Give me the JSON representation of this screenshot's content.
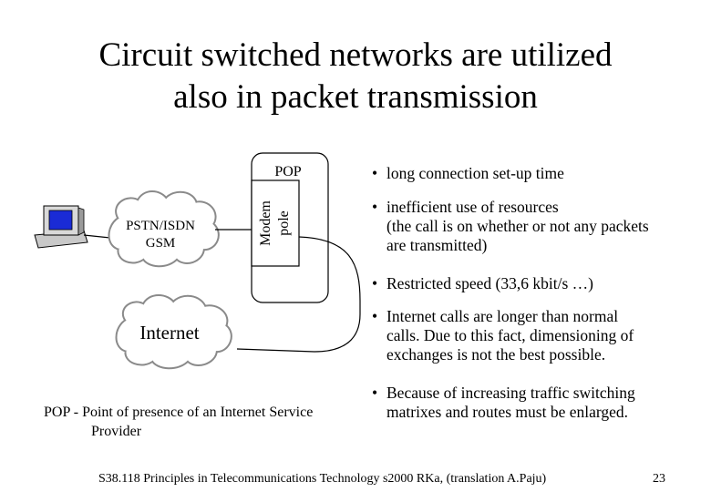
{
  "slide": {
    "title_line1": "Circuit switched networks are utilized",
    "title_line2": "also in packet transmission",
    "bullet_char": "•",
    "bullets": [
      {
        "lines": [
          "long connection set-up time"
        ]
      },
      {
        "lines": [
          "inefficient use of resources",
          "(the call is on whether or not any packets",
          "are transmitted)"
        ]
      },
      {
        "lines": [
          "Restricted speed (33,6 kbit/s …)"
        ]
      },
      {
        "lines": [
          "Internet calls are longer than normal",
          "calls. Due to this fact, dimensioning of",
          "exchanges is not the best possible."
        ]
      },
      {
        "lines": [
          "Because of increasing traffic switching",
          "matrixes and routes must be enlarged."
        ]
      }
    ],
    "caption_line1": "POP - Point of presence of an Internet Service",
    "caption_line2": "Provider",
    "footer": "S38.118 Principles in Telecommunications Technology s2000 RKa,  (translation A.Paju)",
    "page_number": "23"
  },
  "diagram": {
    "pop_label": "POP",
    "modem_label_line1": "Modem",
    "modem_label_line2": "pole",
    "pstn_label_line1": "PSTN/ISDN",
    "pstn_label_line2": "GSM",
    "internet_label": "Internet",
    "icons": [
      "computer-icon",
      "cloud-icon",
      "cloud-icon"
    ],
    "colors": {
      "screen": "#1a2bd6",
      "cloud_outline": "#8a8a8a",
      "line": "#000000"
    }
  }
}
